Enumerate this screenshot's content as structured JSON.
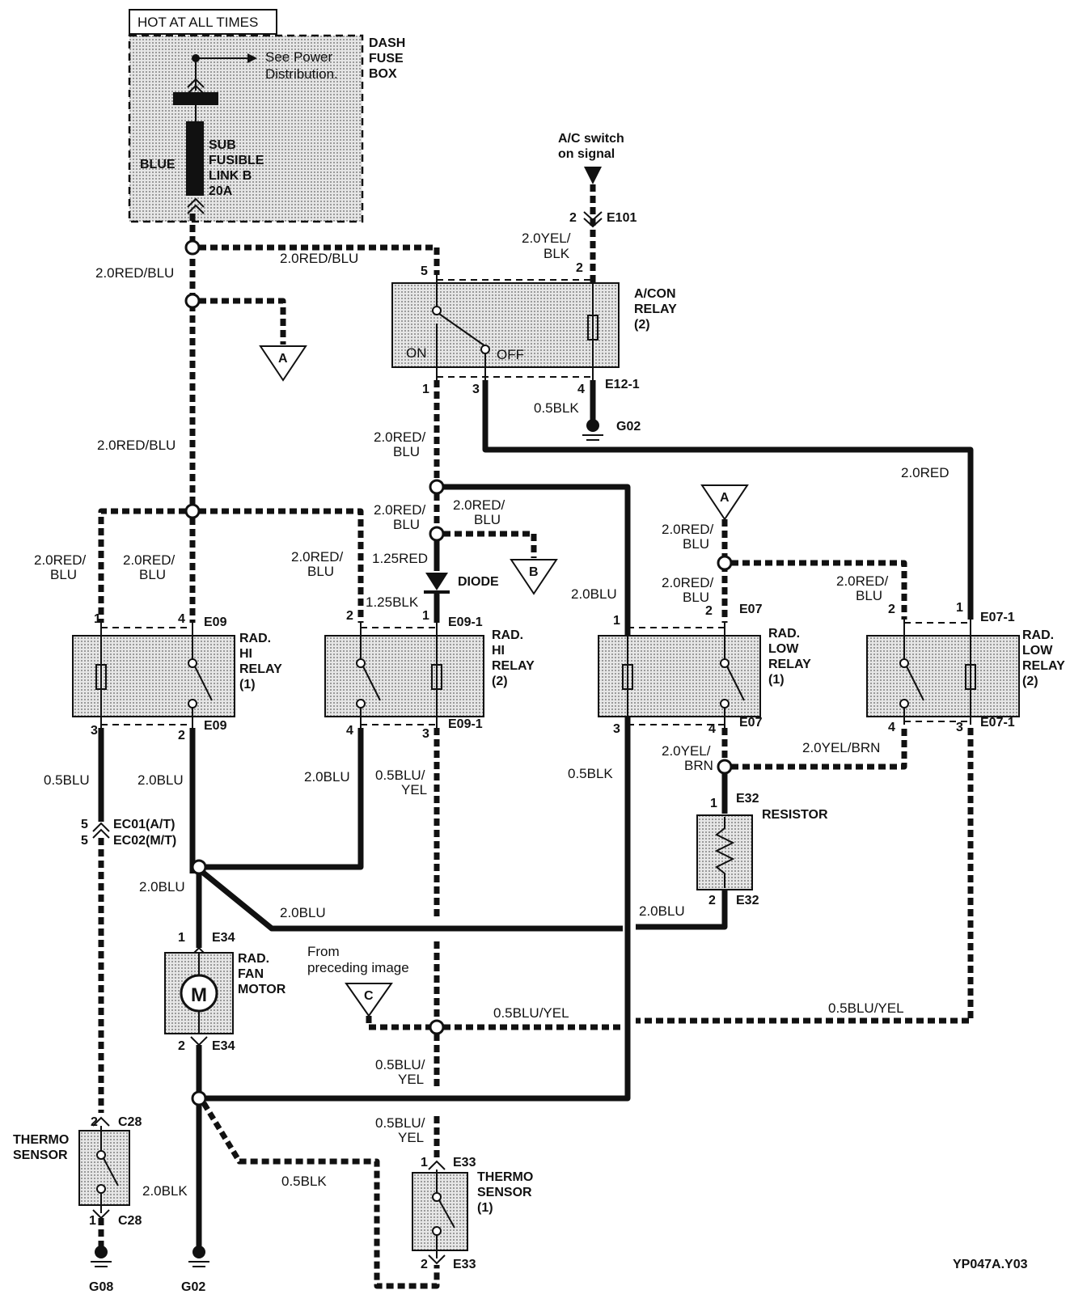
{
  "diagram": {
    "header": "HOT AT ALL TIMES",
    "fusebox": {
      "line1": "DASH",
      "line2": "FUSE",
      "line3": "BOX"
    },
    "see_power_1": "See Power",
    "see_power_2": "Distribution.",
    "fusible": {
      "color": "BLUE",
      "l1": "SUB",
      "l2": "FUSIBLE",
      "l3": "LINK B",
      "l4": "20A"
    },
    "ac_signal_1": "A/C switch",
    "ac_signal_2": "on signal",
    "e101": "E101",
    "acon_relay": {
      "l1": "A/CON",
      "l2": "RELAY",
      "l3": "(2)",
      "on": "ON",
      "off": "OFF",
      "conn": "E12-1"
    },
    "ground_g02_top": "G02",
    "rad_hi_1": {
      "l1": "RAD.",
      "l2": "HI",
      "l3": "RELAY",
      "l4": "(1)",
      "conn_top": "E09",
      "conn_bot": "E09"
    },
    "rad_hi_2": {
      "l1": "RAD.",
      "l2": "HI",
      "l3": "RELAY",
      "l4": "(2)",
      "conn_top": "E09-1",
      "conn_bot": "E09-1"
    },
    "rad_low_1": {
      "l1": "RAD.",
      "l2": "LOW",
      "l3": "RELAY",
      "l4": "(1)",
      "conn_top": "E07",
      "conn_bot": "E07"
    },
    "rad_low_2": {
      "l1": "RAD.",
      "l2": "LOW",
      "l3": "RELAY",
      "l4": "(2)",
      "conn_top": "E07-1",
      "conn_bot": "E07-1"
    },
    "diode": "DIODE",
    "resistor": {
      "label": "RESISTOR",
      "conn_top": "E32",
      "conn_bot": "E32"
    },
    "motor": {
      "symbol": "M",
      "l1": "RAD.",
      "l2": "FAN",
      "l3": "MOTOR",
      "conn_top": "E34",
      "conn_bot": "E34"
    },
    "ec01": "EC01(A/T)",
    "ec02": "EC02(M/T)",
    "thermo_left": {
      "l1": "THERMO",
      "l2": "SENSOR",
      "conn_top": "C28",
      "conn_bot": "C28",
      "ground": "G08"
    },
    "thermo_right": {
      "l1": "THERMO",
      "l2": "SENSOR",
      "l3": "(1)",
      "conn_top": "E33",
      "conn_bot": "E33"
    },
    "ground_g02_bottom": "G02",
    "preceding_1": "From",
    "preceding_2": "preceding image",
    "ref_a": "A",
    "ref_b": "B",
    "ref_c": "C",
    "figure_id": "YP047A.Y03",
    "wires": {
      "red_blu": "2.0RED/BLU",
      "red_slash": "2.0RED/",
      "blu": "BLU",
      "yel_slash": "2.0YEL/",
      "blk": "BLK",
      "blk05": "0.5BLK",
      "red": "2.0RED",
      "red125": "1.25RED",
      "blk125": "1.25BLK",
      "blu20": "2.0BLU",
      "blu05": "0.5BLU",
      "bluyel05": "0.5BLU/YEL",
      "bluyel05_slash": "0.5BLU/",
      "yel": "YEL",
      "yelbrn": "2.0YEL/BRN",
      "brn": "BRN",
      "blk20": "2.0BLK"
    },
    "pins": {
      "p1": "1",
      "p2": "2",
      "p3": "3",
      "p4": "4",
      "p5": "5"
    }
  }
}
